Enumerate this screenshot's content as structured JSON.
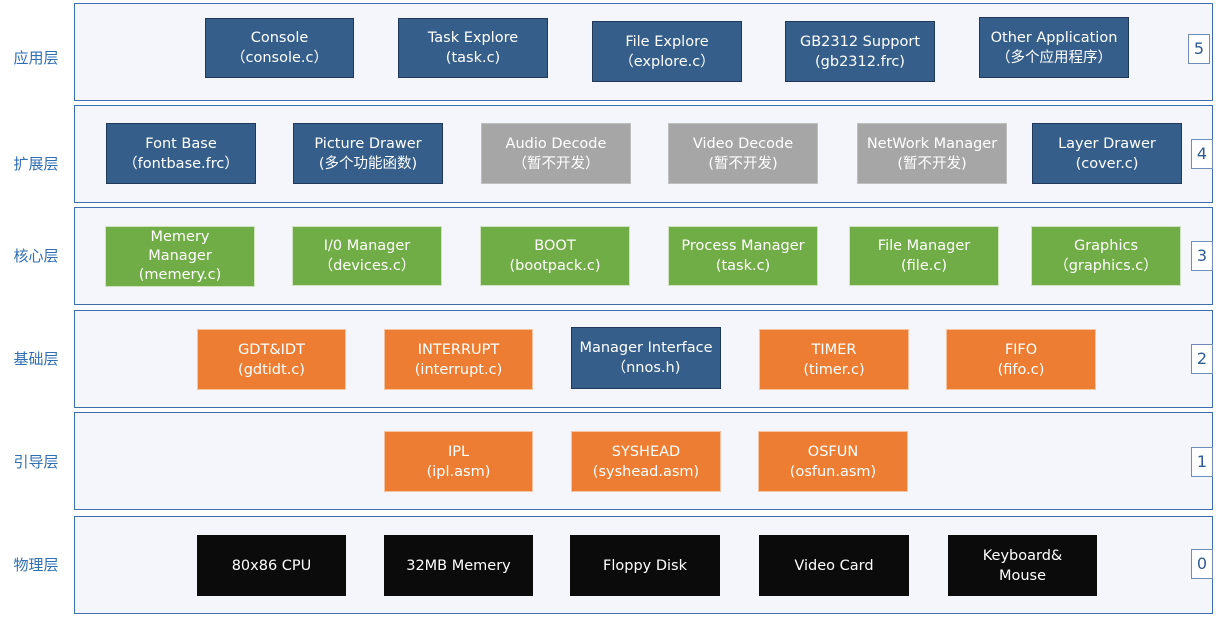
{
  "colors": {
    "app": "#355f8a",
    "disabled": "#a6a6a6",
    "core": "#71ad47",
    "base": "#ec7d32",
    "hardware": "#0b0b0b",
    "label_text": "#2f6fb3",
    "border": "#3d6fb0"
  },
  "layers": [
    {
      "label": "应用层",
      "number": "5",
      "modules": [
        {
          "lines": [
            "Console",
            "（console.c）"
          ],
          "color": "dark"
        },
        {
          "lines": [
            "Task Explore",
            "(task.c)"
          ],
          "color": "dark"
        },
        {
          "lines": [
            "File Explore",
            "（explore.c）"
          ],
          "color": "dark"
        },
        {
          "lines": [
            "GB2312 Support",
            "(gb2312.frc)"
          ],
          "color": "dark"
        },
        {
          "lines": [
            "Other Application",
            "（多个应用程序）"
          ],
          "color": "dark"
        }
      ]
    },
    {
      "label": "扩展层",
      "number": "4",
      "modules": [
        {
          "lines": [
            "Font Base",
            "（fontbase.frc）"
          ],
          "color": "dark"
        },
        {
          "lines": [
            "Picture Drawer",
            "(多个功能函数)"
          ],
          "color": "dark"
        },
        {
          "lines": [
            "Audio Decode",
            "（暂不开发）"
          ],
          "color": "gray"
        },
        {
          "lines": [
            "Video Decode",
            "(暂不开发)"
          ],
          "color": "gray"
        },
        {
          "lines": [
            "NetWork Manager",
            "(暂不开发)"
          ],
          "color": "gray"
        },
        {
          "lines": [
            "Layer  Drawer",
            "(cover.c)"
          ],
          "color": "dark"
        }
      ]
    },
    {
      "label": "核心层",
      "number": "3",
      "modules": [
        {
          "lines": [
            "Memery",
            "Manager",
            "(memery.c)"
          ],
          "color": "green"
        },
        {
          "lines": [
            "I/0 Manager",
            "（devices.c）"
          ],
          "color": "green"
        },
        {
          "lines": [
            "BOOT",
            "(bootpack.c)"
          ],
          "color": "green"
        },
        {
          "lines": [
            "Process Manager",
            "(task.c)"
          ],
          "color": "green"
        },
        {
          "lines": [
            "File  Manager",
            "(file.c)"
          ],
          "color": "green"
        },
        {
          "lines": [
            "Graphics",
            "（graphics.c）"
          ],
          "color": "green"
        }
      ]
    },
    {
      "label": "基础层",
      "number": "2",
      "modules": [
        {
          "lines": [
            "GDT&IDT",
            "(gdtidt.c)"
          ],
          "color": "orange"
        },
        {
          "lines": [
            "INTERRUPT",
            "(interrupt.c)"
          ],
          "color": "orange"
        },
        {
          "lines": [
            "Manager Interface",
            "（nnos.h)"
          ],
          "color": "dark"
        },
        {
          "lines": [
            "TIMER",
            "(timer.c)"
          ],
          "color": "orange"
        },
        {
          "lines": [
            "FIFO",
            "(fifo.c)"
          ],
          "color": "orange"
        }
      ]
    },
    {
      "label": "引导层",
      "number": "1",
      "modules": [
        {
          "lines": [
            "IPL",
            "(ipl.asm)"
          ],
          "color": "orange"
        },
        {
          "lines": [
            "SYSHEAD",
            "(syshead.asm)"
          ],
          "color": "orange"
        },
        {
          "lines": [
            "OSFUN",
            "(osfun.asm)"
          ],
          "color": "orange"
        }
      ]
    },
    {
      "label": "物理层",
      "number": "0",
      "modules": [
        {
          "lines": [
            "80x86 CPU"
          ],
          "color": "black"
        },
        {
          "lines": [
            "32MB Memery"
          ],
          "color": "black"
        },
        {
          "lines": [
            "Floppy Disk"
          ],
          "color": "black"
        },
        {
          "lines": [
            "Video Card"
          ],
          "color": "black"
        },
        {
          "lines": [
            "Keyboard&",
            "Mouse"
          ],
          "color": "black"
        }
      ]
    }
  ]
}
